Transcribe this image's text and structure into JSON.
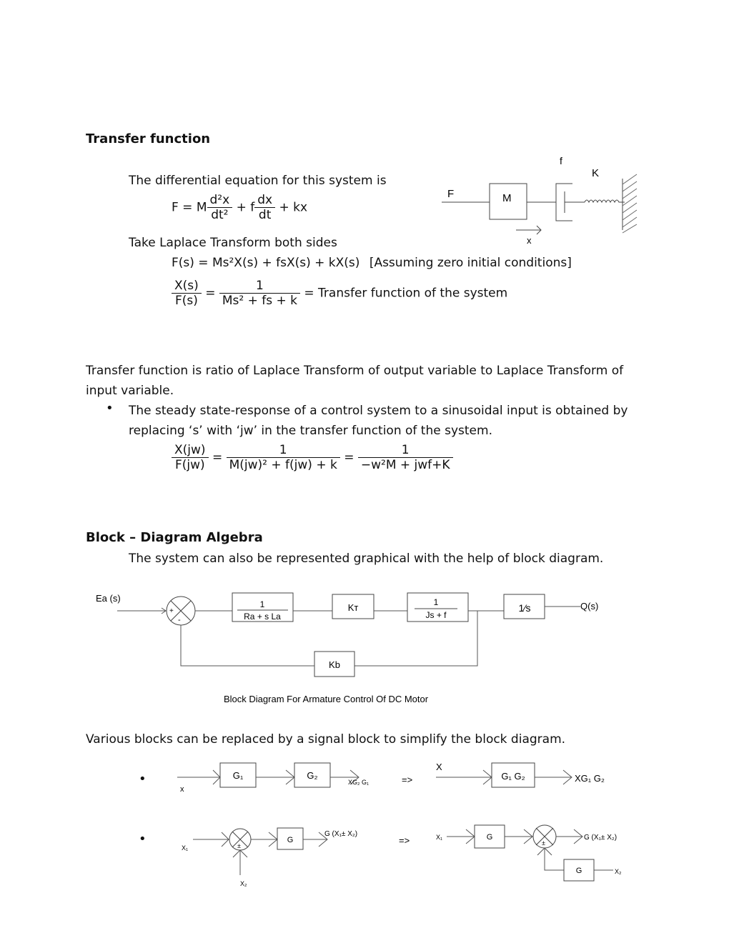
{
  "sections": {
    "tf_heading": "Transfer function",
    "tf_intro": "The differential equation for this system is",
    "eq1": {
      "lhs": "F = M",
      "n1": "d²x",
      "d1": "dt²",
      "mid": "+ f",
      "n2": "dx",
      "d2": "dt",
      "tail": "+ kx"
    },
    "laplace_intro": "Take Laplace Transform both sides",
    "eq2_lhs": "F(s) =",
    "eq2_rhs": "Ms²X(s) + fsX(s) + kX(s)",
    "eq2_note": "[Assuming zero initial conditions]",
    "eq3": {
      "num": "X(s)",
      "den": "F(s)",
      "eq": "=",
      "num2": "1",
      "den2": "Ms² + fs + k",
      "tail": "= Transfer function of the system"
    },
    "tf_def": "Transfer function is ratio of Laplace Transform of output variable to Laplace Transform of input variable.",
    "bullet1": "The steady state-response of a control system to a sinusoidal input is obtained by replacing ‘s’ with ‘jw’ in the transfer function of the system.",
    "eq4": {
      "num": "X(jw)",
      "den": "F(jw)",
      "num2": "1",
      "den2": "M(jw)² + f(jw) + k",
      "num3": "1",
      "den3": "−w²M + jwf+K"
    },
    "bd_heading": "Block – Diagram Algebra",
    "bd_intro": "The system can also be represented graphical with the help of block diagram.",
    "bd_caption": "Block Diagram For Armature Control Of DC Motor",
    "simplify": "Various blocks can be replaced by a signal block to simplify the block diagram."
  },
  "mech": {
    "f": "f",
    "K": "K",
    "F": "F",
    "M": "M",
    "x": "x"
  },
  "motor": {
    "input": "Ea (s)",
    "plus": "+",
    "minus": "-",
    "b1_num": "1",
    "b1_den": "Ra + s La",
    "b2": "Kᴛ",
    "b3_num": "1",
    "b3_den": "Js + f",
    "b4": "1⁄s",
    "output": "Q(s)",
    "feedback": "Kb"
  },
  "rule1": {
    "x_in": "x",
    "g1": "G₁",
    "g2": "G₂",
    "out": "XG₂ G₁",
    "arrow": "=>",
    "x_in2": "X",
    "g12": "G₁ G₂",
    "out2": "XG₁ G₂"
  },
  "rule2": {
    "x1": "X₁",
    "x2": "X₂",
    "g": "G",
    "out": "G (X₁± X₂)",
    "arrow": "=>",
    "x1b": "X₁",
    "gb": "G",
    "outb": "G (X₁± X₂)",
    "g_fb": "G",
    "x2b": "X₂",
    "sign": "±"
  }
}
